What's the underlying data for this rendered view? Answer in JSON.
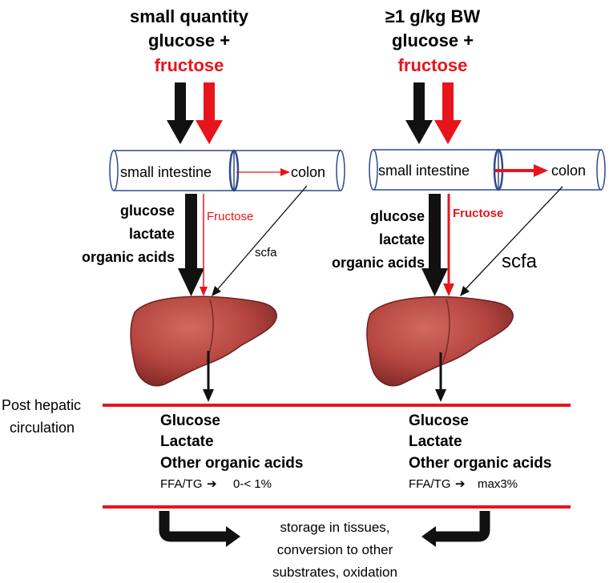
{
  "left": {
    "title_line1": "small quantity",
    "title_line2": "glucose +",
    "title_line3": "fructose",
    "intestine_label": "small intestine",
    "colon_label": "colon",
    "products": [
      "glucose",
      "lactate",
      "organic acids"
    ],
    "fructose_label": "Fructose",
    "scfa_label": "scfa"
  },
  "right": {
    "title_line1": "≥1 g/kg BW",
    "title_line2": "glucose +",
    "title_line3": "fructose",
    "intestine_label": "small intestine",
    "colon_label": "colon",
    "products": [
      "glucose",
      "lactate",
      "organic acids"
    ],
    "fructose_label": "Fructose",
    "scfa_label": "scfa"
  },
  "circulation": {
    "label_line1": "Post hepatic",
    "label_line2": "circulation",
    "left_outputs": [
      "Glucose",
      "Lactate",
      "Other organic acids"
    ],
    "left_ffa": "FFA/TG",
    "left_ffa_value": "0-< 1%",
    "right_outputs": [
      "Glucose",
      "Lactate",
      "Other organic acids"
    ],
    "right_ffa": "FFA/TG",
    "right_ffa_value": "max3%",
    "arrow_glyph": "➔"
  },
  "storage": {
    "line1": "storage in tissues,",
    "line2": "conversion to other",
    "line3": "substrates, oxidation"
  },
  "colors": {
    "red": "#e8141c",
    "black": "#111111",
    "tube_outline": "#2e4a8c",
    "liver_fill": "#b5443f",
    "liver_dark": "#7e2a27"
  }
}
